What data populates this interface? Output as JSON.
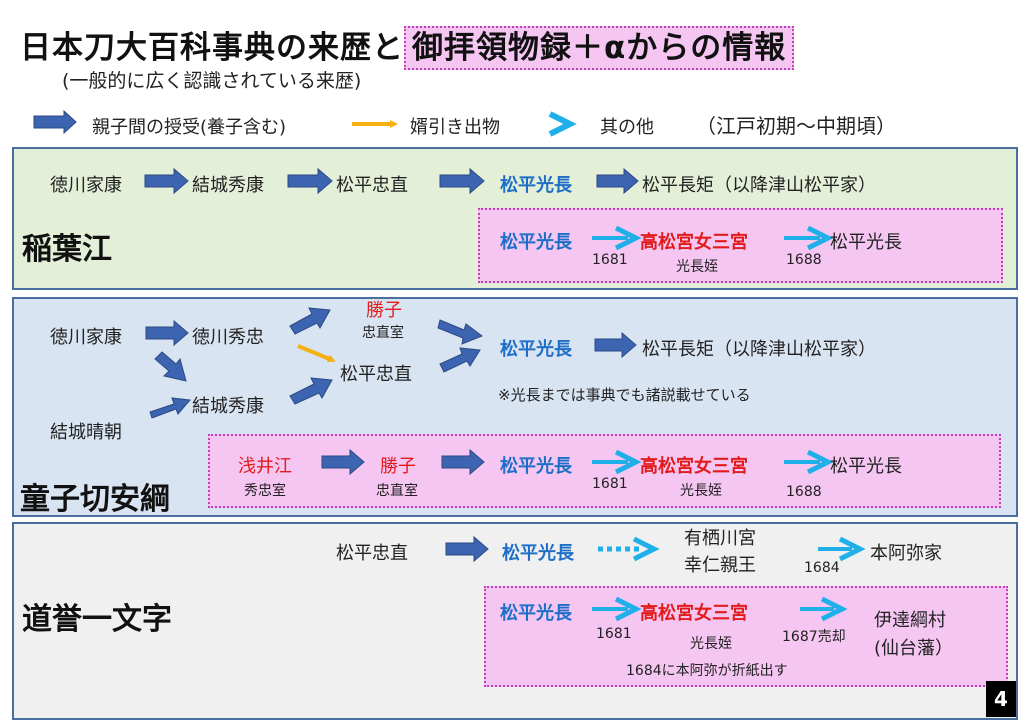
{
  "header": {
    "title_main": "日本刀大百科事典の来歴と",
    "title_highlight": "御拝領物録＋αからの情報",
    "subtitle": "(一般的に広く認識されている来歴)"
  },
  "legend": {
    "parent_child": "親子間の授受(養子含む)",
    "son_in_law": "婿引き出物",
    "other": "其の他",
    "period": "（江戸初期～中期頃）"
  },
  "colors": {
    "parent_child_arrow": "#3d64b0",
    "son_in_law_arrow": "#f5b011",
    "other_arrow": "#1fb0ea",
    "accent_blue": "#1e6fc8",
    "accent_red": "#e21b1b",
    "highlight_pink": "#f6c6f2"
  },
  "inabago": {
    "name": "稲葉江",
    "chain": [
      "徳川家康",
      "結城秀康",
      "松平忠直",
      "松平光長",
      "松平長矩（以降津山松平家）"
    ],
    "alt": {
      "from": "松平光長",
      "via": "高松宮女三宮",
      "to": "松平光長",
      "year1": "1681",
      "year2": "1688",
      "note": "光長姪"
    }
  },
  "doujigiri": {
    "name": "童子切安綱",
    "n_ieyasu": "徳川家康",
    "n_hidetada": "徳川秀忠",
    "n_katsuko": "勝子",
    "n_katsuko_note": "忠直室",
    "n_tadanao": "松平忠直",
    "n_harutomo": "結城晴朝",
    "n_hideyasu": "結城秀康",
    "n_mitsunaga": "松平光長",
    "n_nagatsune": "松平長矩（以降津山松平家）",
    "remark": "※光長までは事典でも諸説載せている",
    "alt": {
      "azai": "浅井江",
      "azai_note": "秀忠室",
      "katsuko": "勝子",
      "katsuko_note": "忠直室",
      "from": "松平光長",
      "via": "高松宮女三宮",
      "to": "松平光長",
      "year1": "1681",
      "year2": "1688",
      "note": "光長姪"
    }
  },
  "dourei": {
    "name": "道誉一文字",
    "n_tadanao": "松平忠直",
    "n_mitsunaga": "松平光長",
    "n_arisugawa_1": "有栖川宮",
    "n_arisugawa_2": "幸仁親王",
    "n_honami": "本阿弥家",
    "year_honami": "1684",
    "alt": {
      "from": "松平光長",
      "via": "高松宮女三宮",
      "date_name_1": "伊達綱村",
      "date_name_2": "(仙台藩）",
      "year1": "1681",
      "note": "光長姪",
      "sold": "1687売却",
      "origami": "1684に本阿弥が折紙出す"
    }
  },
  "page_number": "4"
}
